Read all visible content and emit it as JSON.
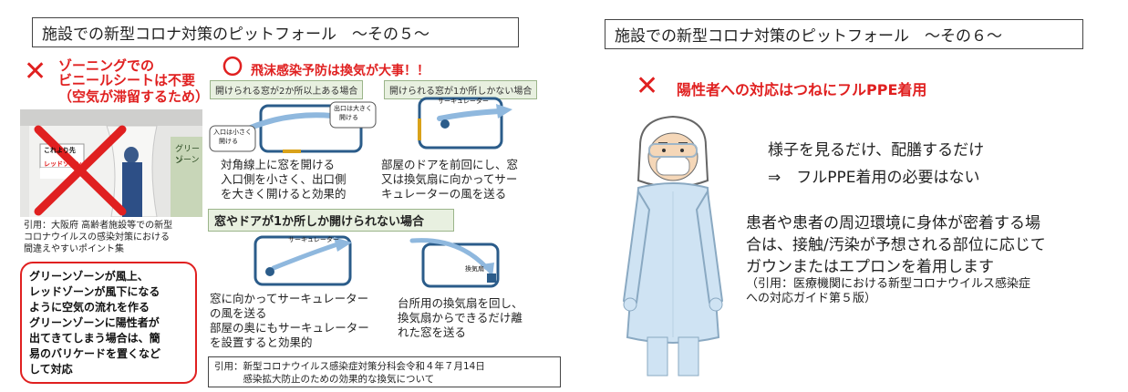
{
  "left_panel": {
    "title": "施設での新型コロナ対策のピットフォール　～その５～",
    "zoning": {
      "x_mark": "✕",
      "heading_line1": "ゾーニングでの",
      "heading_line2": "ビニールシートは不要",
      "heading_line3": "（空気が滞留するため）"
    },
    "photo": {
      "sign_left_1": "これより先",
      "sign_left_2": "レッドゾーン",
      "sign_right_1": "グリーン",
      "sign_right_2": "ゾーン"
    },
    "photo_cite": "引用：大阪府 高齢者施設等での新型\nコロナウイルスの感染対策における\n間違えやすいポイント集",
    "green_zone_note": "グリーンゾーンが風上、\nレッドゾーンが風下になる\nように空気の流れを作る\nグリーンゾーンに陽性者が\n出てきてしまう場合は、簡\n易のバリケードを置くなど\nして対応",
    "droplet": {
      "o_mark": "〇",
      "heading": "飛沫感染予防は換気が大事！！",
      "tag_two_windows": "開けられる窓が2か所以上ある場合",
      "tag_one_window": "開けられる窓が1か所しかない場合",
      "entrance_label_1": "入口は小さく",
      "entrance_label_2": "開ける",
      "exit_label_1": "出口は大きく",
      "exit_label_2": "開ける",
      "circulator_label": "サーキュレーター",
      "desc_diagonal": "対角線上に窓を開ける\n入口側を小さく、出口側\nを大きく開けると効果的",
      "desc_door": "部屋のドアを前回にし、窓\n又は換気扇に向かってサー\nキュレーターの風を送る"
    },
    "one_opening": {
      "heading": "窓やドアが1か所しか開けられない場合",
      "circulator_label": "サーキュレーター",
      "fan_label": "換気扇",
      "desc_circulator": "窓に向かってサーキュレーター\nの風を送る\n部屋の奥にもサーキュレーター\nを設置すると効果的",
      "desc_kitchen_fan": "台所用の換気扇を回し、\n換気扇からできるだけ離\nれた窓を送る"
    },
    "bottom_cite": "引用：新型コロナウイルス感染症対策分科会令和４年７月14日\n　　　感染拡大防止のための効果的な換気について"
  },
  "right_panel": {
    "title": "施設での新型コロナ対策のピットフォール　～その６～",
    "x_mark": "✕",
    "heading": "陽性者への対応はつねにフルPPE着用",
    "line1": "様子を見るだけ、配膳するだけ",
    "line2": "⇒　フルPPE着用の必要はない",
    "body": "患者や患者の周辺環境に身体が密着する場\n合は、接触/汚染が予想される部位に応じて\nガウンまたはエプロンを着用します",
    "cite": "（引用：医療機関における新型コロナウイルス感染症\nへの対応ガイド第５版）"
  },
  "colors": {
    "accent_red": "#e02020",
    "tag_green": "#e8f0e0",
    "room_blue": "#2b5c8a",
    "airflow_blue": "#8fb8de"
  }
}
